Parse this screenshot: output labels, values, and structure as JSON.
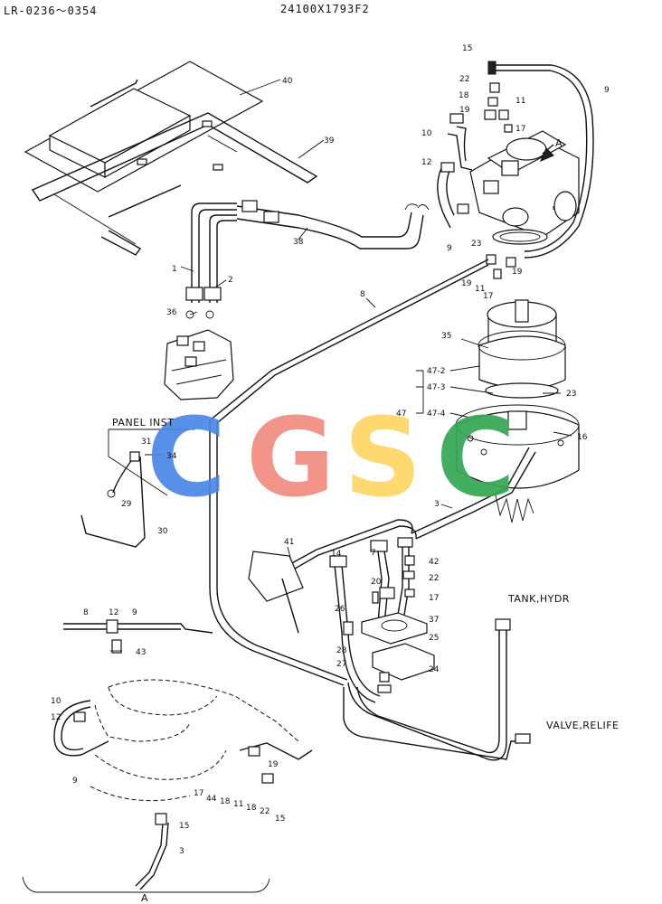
{
  "header": {
    "left_code": "LR-0236～0354",
    "center_code": "24100X1793F2"
  },
  "labels": {
    "panel_inst": "PANEL INST",
    "tank_hydr": "TANK,HYDR",
    "valve_relife": "VALVE,RELIFE",
    "view_a_mark": "A",
    "view_a_caption": "A"
  },
  "watermark": {
    "letters": [
      "C",
      "G",
      "S",
      "C"
    ],
    "colors": [
      "#4a86e8",
      "#f28b82",
      "#fdd663",
      "#34a853"
    ]
  },
  "callouts": {
    "p15": "15",
    "p22": "22",
    "p18": "18",
    "p11": "11",
    "p19": "19",
    "p17": "17",
    "p10": "10",
    "p12": "12",
    "p9": "9",
    "p9b": "9",
    "p23": "23",
    "p40": "40",
    "p39": "39",
    "p38": "38",
    "p1": "1",
    "p2": "2",
    "p36": "36",
    "p8": "8",
    "p19b": "19",
    "p19c": "19",
    "p11b": "11",
    "p17b": "17",
    "p35": "35",
    "p47_2": "47-2",
    "p47_3": "47-3",
    "p47": "47",
    "p47_4": "47-4",
    "p23b": "23",
    "p16": "16",
    "p31": "31",
    "p34": "34",
    "p29": "29",
    "p30": "30",
    "p3": "3",
    "p41": "41",
    "p14": "14",
    "p7": "7",
    "p42": "42",
    "p22b": "22",
    "p20": "20",
    "p17c": "17",
    "p26": "26",
    "p37": "37",
    "p25": "25",
    "p28": "28",
    "p27": "27",
    "p24": "24",
    "i8": "8",
    "i12": "12",
    "i9": "9",
    "i43": "43",
    "i10": "10",
    "i12b": "12",
    "i9b": "9",
    "i19": "19",
    "i17": "17",
    "i44": "44",
    "i18": "18",
    "i11": "11",
    "i18b": "18",
    "i22": "22",
    "i15": "15",
    "i15b": "15",
    "i3": "3"
  }
}
